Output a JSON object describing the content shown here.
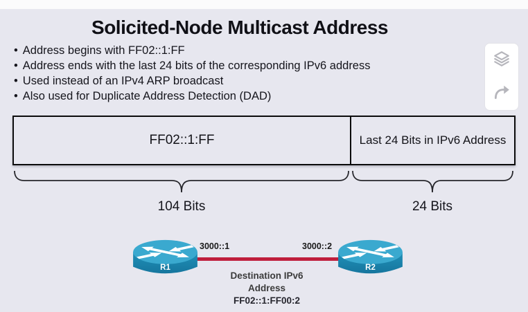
{
  "title": "Solicited-Node Multicast Address",
  "bullets": [
    "Address begins with FF02::1:FF",
    "Address ends with the last 24 bits of the corresponding IPv6 address",
    "Used instead of an IPv4 ARP broadcast",
    "Also used for Duplicate Address Detection (DAD)"
  ],
  "toolbar": {
    "icons": [
      {
        "name": "layers-icon"
      },
      {
        "name": "share-arrow-icon"
      }
    ]
  },
  "address_table": {
    "left_cell": "FF02::1:FF",
    "right_cell": "Last 24 Bits in IPv6 Address"
  },
  "braces": {
    "left_label": "104 Bits",
    "right_label": "24 Bits"
  },
  "diagram": {
    "routers": [
      {
        "name": "R1",
        "interface_ip": "3000::1"
      },
      {
        "name": "R2",
        "interface_ip": "3000::2"
      }
    ],
    "caption_line1": "Destination IPv6",
    "caption_line2": "Address",
    "caption_line3": "FF02::1:FF00:2"
  },
  "colors": {
    "background": "#e7e7ef",
    "link_red": "#bf1e3c",
    "router_top": "#3aa9cf",
    "router_body": "#1e89b1",
    "table_border": "#0b0b0b",
    "icon_gray": "#b6b6bc"
  }
}
